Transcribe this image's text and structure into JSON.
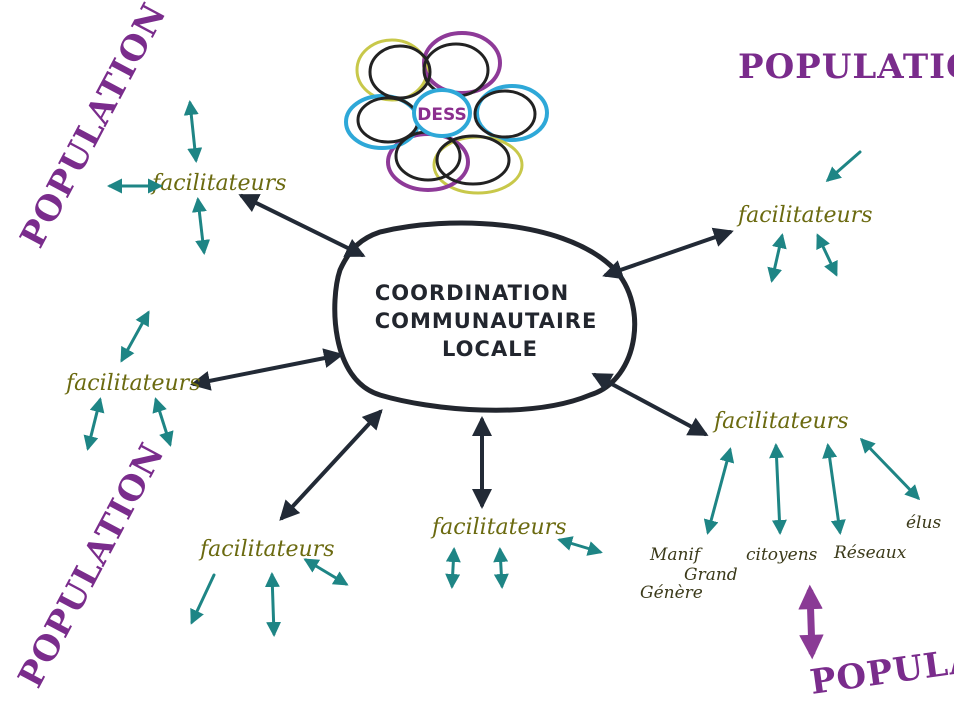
{
  "center": {
    "line1": "COORDINATION",
    "line2": "COMMUNAUTAIRE",
    "line3": "LOCALE"
  },
  "logo": {
    "label": "DESS"
  },
  "population_labels": [
    "POPULATION",
    "POPULATION",
    "POPULATION",
    "POPULATION"
  ],
  "facilitator_labels": [
    "facilitateurs",
    "facilitateurs",
    "facilitateurs",
    "facilitateurs",
    "facilitateurs",
    "facilitateurs"
  ],
  "sub_labels": {
    "group_line1": "Manif",
    "group_line2": "Grand",
    "group_line3": "Génère",
    "citizens": "citoyens",
    "networks": "Réseaux",
    "elected": "élus"
  },
  "colors": {
    "population": "#7a2c8c",
    "facilitators": "#6b6a10",
    "arrows": "#222a36",
    "teal_arrows": "#1e8585"
  }
}
